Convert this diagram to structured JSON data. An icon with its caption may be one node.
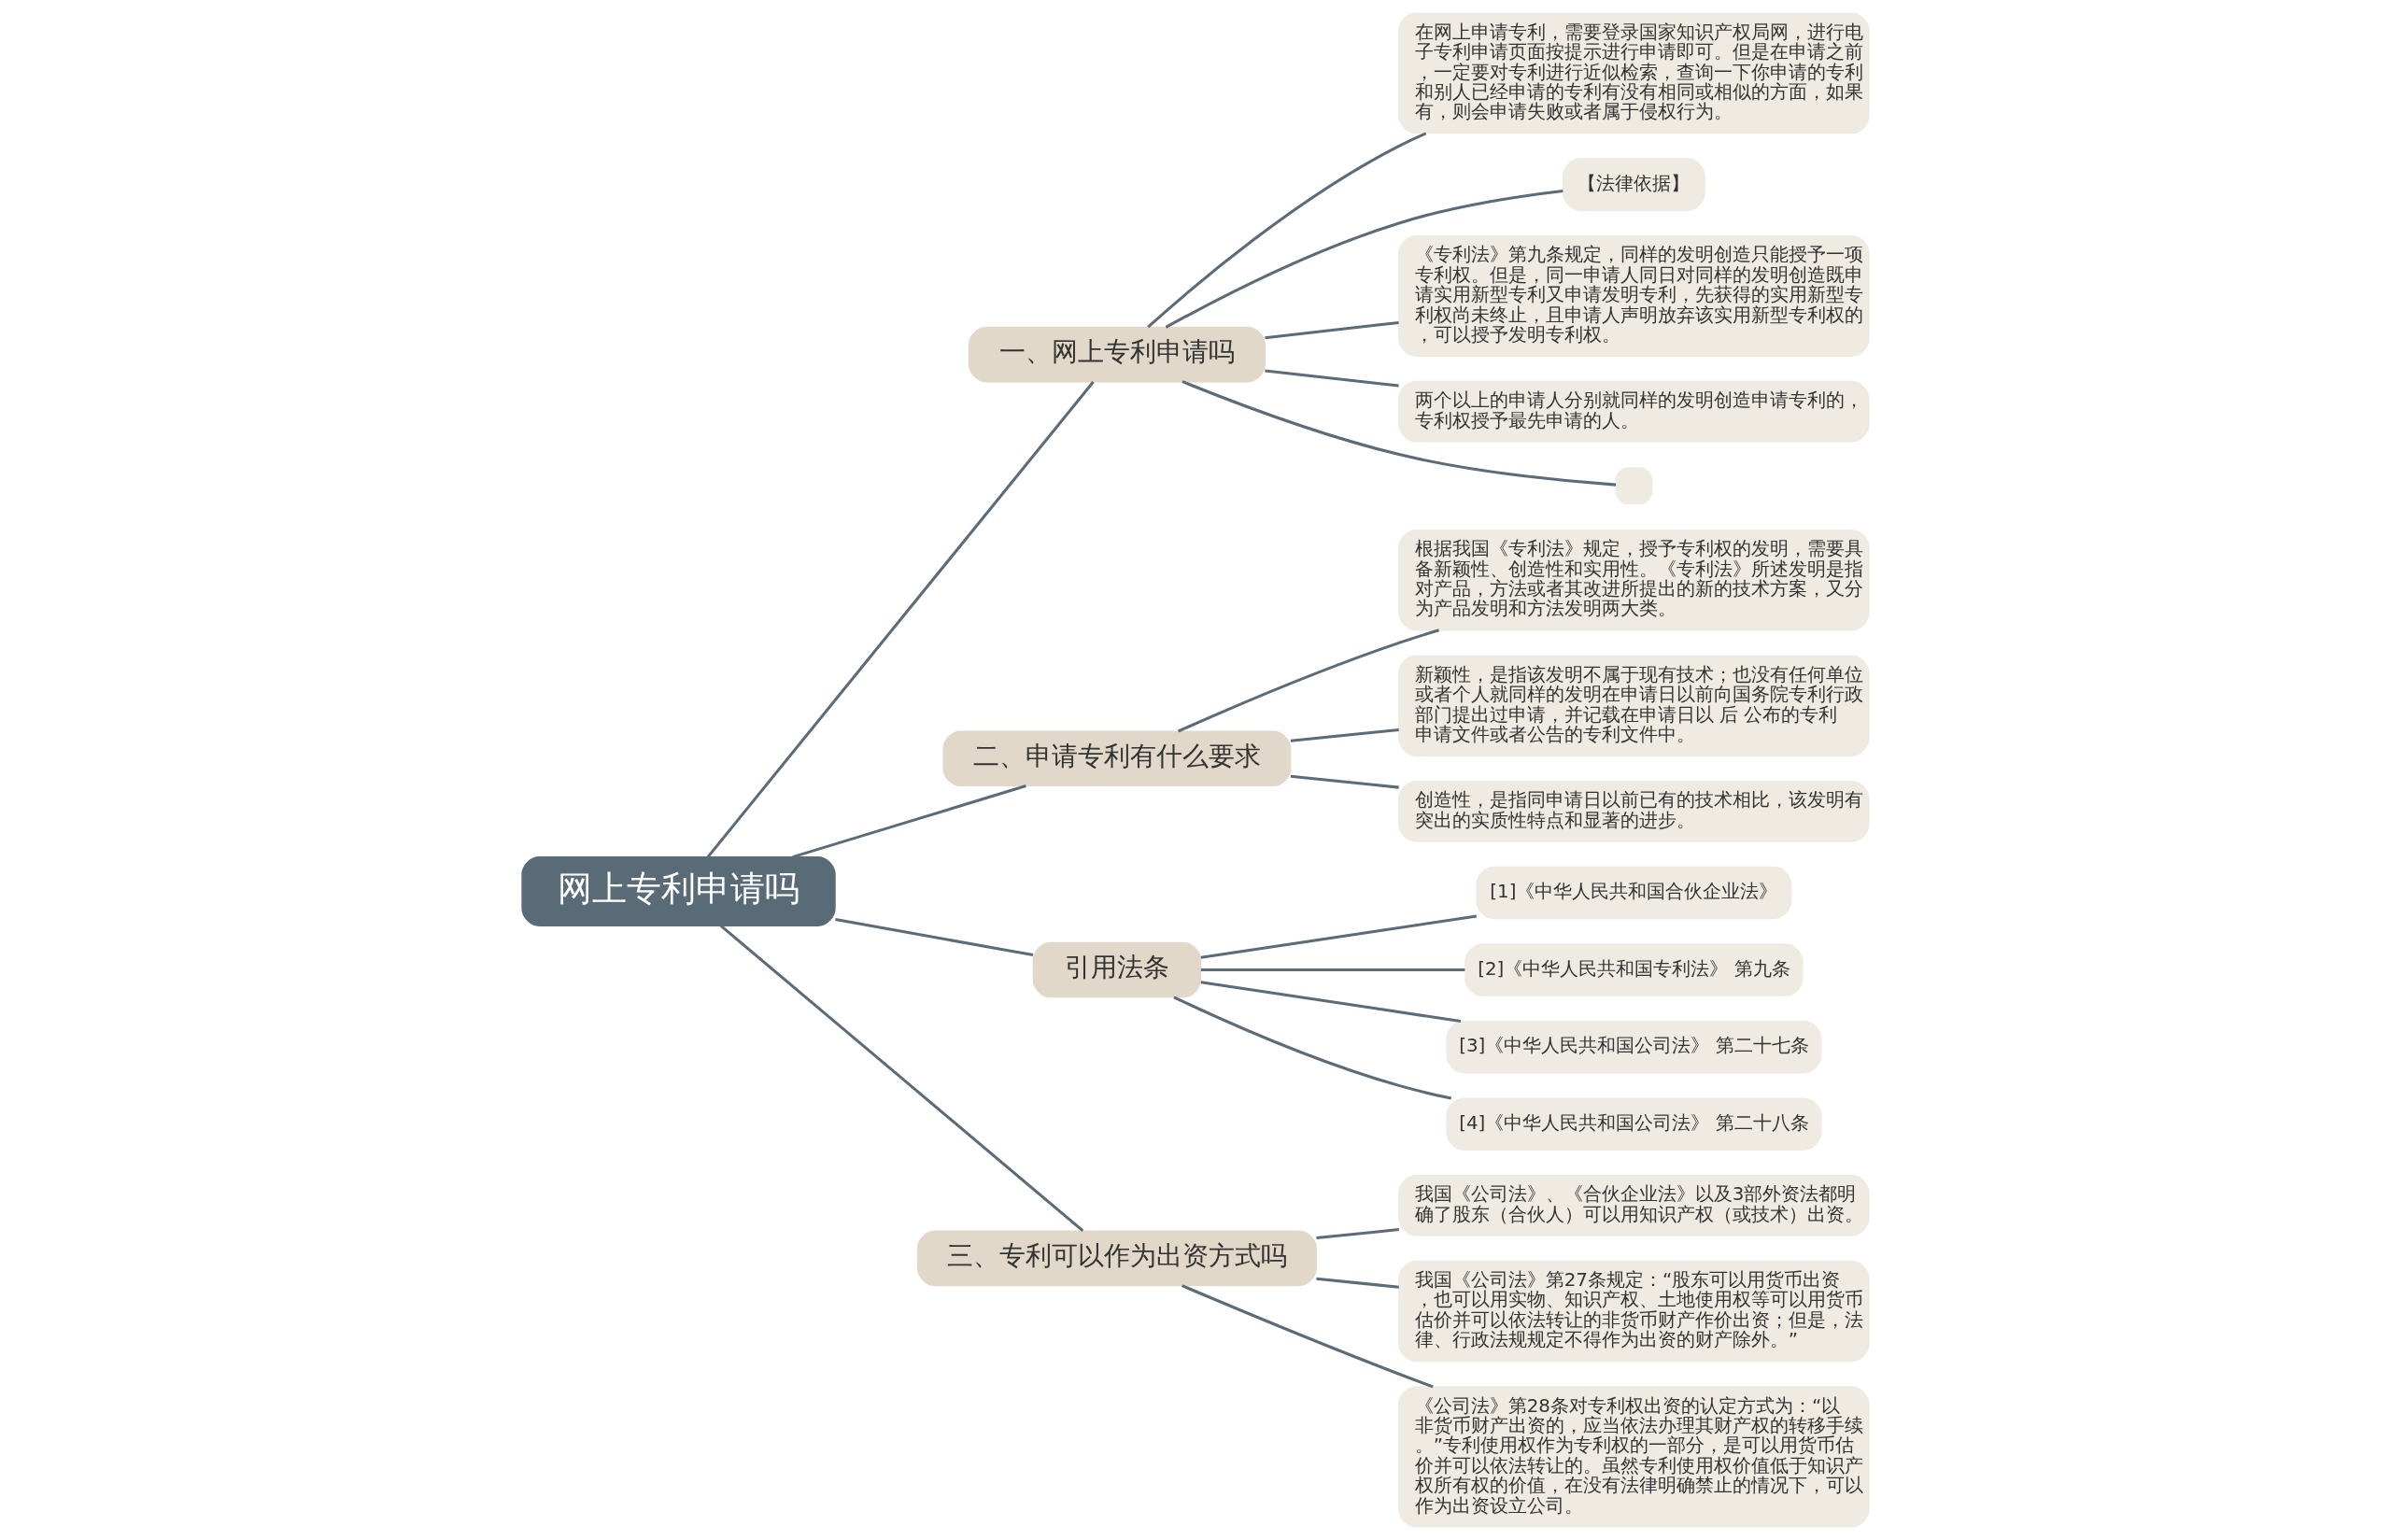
{
  "diagram": {
    "nodes": [
      {
        "text": [
          "网上专利申请吗"
        ]
      },
      {
        "text": [
          "一、网上专利申请吗"
        ]
      },
      {
        "text": [
          "在网上申请专利，需要登录国家知识产权局网，进行电子专利申请页面按提示进行申请即可。但是在申请之前，一定要对专利进行近似检索，查询一下你申请的专利和别人已经申请的专利有没有相同或相似的方面，如果有，则会申请失败或者属于侵权行为。"
        ]
      },
      {
        "text": [
          "【法律依据】"
        ]
      },
      {
        "text": [
          "《专利法》第九条规定，同样的发明创造只能授予一项专利权。但是，同一申请人同日对同样的发明创造既申请实用新型专利又申请发明专利，先获得的实用新型专利权尚未终止，且申请人声明放弃该实用新型专利权的，可以授予发明专利权。"
        ]
      },
      {
        "text": [
          "两个以上的申请人分别就同样的发明创造申请专利的，专利权授予最先申请的人。"
        ]
      },
      {
        "text": [],
        "shape": "box"
      },
      {
        "text": [
          "二、申请专利有什么要求"
        ]
      },
      {
        "text": [
          "根据我国《专利法》规定，授予专利权的发明，需要具备新颖性、创造性和实用性。《专利法》所述发明是指对产品，方法或者其改进所提出的新的技术方案，又分为产品发明和方法发明两大类。"
        ]
      },
      {
        "text": [
          "新颖性，是指该发明不属于现有技术；也没有任何单位或者个人就同样的发明在申请日以前向国务院专利行政部门提出过申请，并记载在申请日以 后 公布的专利申请文件或者公告的专利文件中。"
        ]
      },
      {
        "text": [
          "创造性，是指同申请日以前已有的技术相比，该发明有突出的实质性特点和显著的进步。"
        ]
      },
      {
        "text": [
          "引用法条"
        ]
      },
      {
        "text": [
          "[1]《中华人民共和国合伙企业法》"
        ]
      },
      {
        "text": [
          "[2]《中华人民共和国专利法》 第九条"
        ]
      },
      {
        "text": [
          "[3]《中华人民共和国公司法》 第二十七条"
        ]
      },
      {
        "text": [
          "[4]《中华人民共和国公司法》 第二十八条"
        ]
      },
      {
        "text": [
          "三、专利可以作为出资方式吗"
        ]
      },
      {
        "text": [
          "我国《公司法》、《合伙企业法》以及3部外资法都明确了股东（合伙人）可以用知识产权（或技术）出资。"
        ]
      },
      {
        "text": [
          "我国《公司法》第27条规定：“股东可以用货币出资，也可以用实物、知识产权、土地使用权等可以用货币估价并可以依法转让的非货币财产作价出资；但是，法律、行政法规规定不得作为出资的财产除外。”"
        ]
      },
      {
        "text": [
          "《公司法》第28条对专利权出资的认定方式为：“以非货币财产出资的，应当依法办理其财产权的转移手续。”专利使用权作为专利权的一部分，是可以用货币估价并可以依法转让的。虽然专利使用权价值低于知识产权所有权的价值，在没有法律明确禁止的情况下，可以作为出资设立公司。"
        ]
      }
    ],
    "edges": [
      {
        "from": 0,
        "to": 1,
        "arrow": "none"
      },
      {
        "from": 1,
        "to": 2,
        "arrow": "none"
      },
      {
        "from": 1,
        "to": 3,
        "arrow": "none"
      },
      {
        "from": 1,
        "to": 4,
        "arrow": "none"
      },
      {
        "from": 1,
        "to": 5,
        "arrow": "none"
      },
      {
        "from": 1,
        "to": 6,
        "arrow": "none"
      },
      {
        "from": 0,
        "to": 7,
        "arrow": "none"
      },
      {
        "from": 7,
        "to": 8,
        "arrow": "none"
      },
      {
        "from": 7,
        "to": 9,
        "arrow": "none"
      },
      {
        "from": 7,
        "to": 10,
        "arrow": "none"
      },
      {
        "from": 0,
        "to": 11,
        "arrow": "none"
      },
      {
        "from": 11,
        "to": 12,
        "arrow": "none"
      },
      {
        "from": 11,
        "to": 13,
        "arrow": "none"
      },
      {
        "from": 11,
        "to": 14,
        "arrow": "none"
      },
      {
        "from": 11,
        "to": 15,
        "arrow": "none"
      },
      {
        "from": 0,
        "to": 16,
        "arrow": "none"
      },
      {
        "from": 16,
        "to": 17,
        "arrow": "none"
      },
      {
        "from": 16,
        "to": 18,
        "arrow": "none"
      },
      {
        "from": 16,
        "to": 19,
        "arrow": "none"
      }
    ]
  }
}
